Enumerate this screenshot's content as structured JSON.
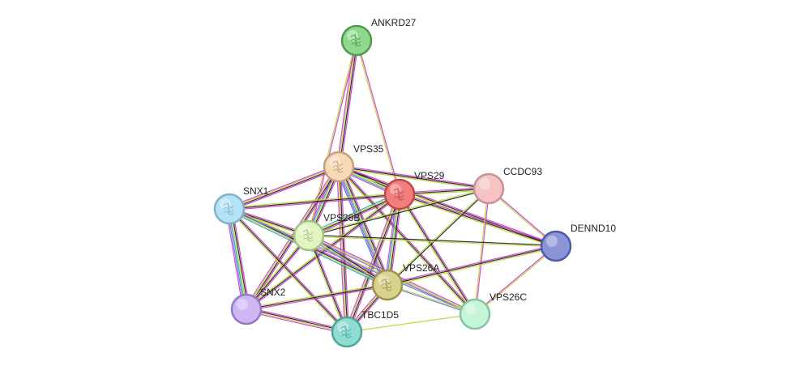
{
  "network": {
    "nodes": [
      {
        "id": "ANKRD27",
        "label": "ANKRD27",
        "color": "#8fd88f",
        "border": "#4f9a4f",
        "glyph": "structure"
      },
      {
        "id": "VPS35",
        "label": "VPS35",
        "color": "#f8d9b7",
        "border": "#c2a07a",
        "glyph": "structure"
      },
      {
        "id": "VPS29",
        "label": "VPS29",
        "color": "#f07e7e",
        "border": "#c24848",
        "glyph": "structure"
      },
      {
        "id": "CCDC93",
        "label": "CCDC93",
        "color": "#f6c3c5",
        "border": "#c79294",
        "glyph": "none"
      },
      {
        "id": "SNX1",
        "label": "SNX1",
        "color": "#b6e2f6",
        "border": "#7fb1c9",
        "glyph": "structure"
      },
      {
        "id": "VPS26B",
        "label": "VPS26B",
        "color": "#e0f5c0",
        "border": "#a6c184",
        "glyph": "structure"
      },
      {
        "id": "DENND10",
        "label": "DENND10",
        "color": "#8a95d8",
        "border": "#4e5aa3",
        "glyph": "none"
      },
      {
        "id": "VPS26A",
        "label": "VPS26A",
        "color": "#d9d28c",
        "border": "#9a9450",
        "glyph": "structure"
      },
      {
        "id": "SNX2",
        "label": "SNX2",
        "color": "#cfb6f5",
        "border": "#9479c4",
        "glyph": "none"
      },
      {
        "id": "VPS26C",
        "label": "VPS26C",
        "color": "#c3f5d6",
        "border": "#88c39f",
        "glyph": "none"
      },
      {
        "id": "TBC1D5",
        "label": "TBC1D5",
        "color": "#8fdcd2",
        "border": "#52a399",
        "glyph": "structure"
      }
    ],
    "edge_colors": {
      "db": "#2aa8c9",
      "exp": "#d13ccf",
      "text": "#b9d93a",
      "coexp": "#222222",
      "homology": "#7070e0",
      "neighborhood": "#2a7ed1",
      "fusion": "#3cb371"
    },
    "edges": [
      {
        "a": "ANKRD27",
        "b": "VPS35",
        "kinds": [
          "exp",
          "coexp",
          "text",
          "exp"
        ]
      },
      {
        "a": "ANKRD27",
        "b": "VPS26B",
        "kinds": [
          "exp",
          "text"
        ]
      },
      {
        "a": "ANKRD27",
        "b": "VPS29",
        "kinds": [
          "exp",
          "text"
        ]
      },
      {
        "a": "VPS35",
        "b": "VPS29",
        "kinds": [
          "exp",
          "coexp",
          "text",
          "db",
          "exp"
        ]
      },
      {
        "a": "VPS35",
        "b": "SNX1",
        "kinds": [
          "exp",
          "coexp",
          "text",
          "exp"
        ]
      },
      {
        "a": "VPS35",
        "b": "VPS26B",
        "kinds": [
          "exp",
          "coexp",
          "text",
          "db",
          "exp"
        ]
      },
      {
        "a": "VPS35",
        "b": "VPS26A",
        "kinds": [
          "exp",
          "coexp",
          "text",
          "db",
          "exp",
          "neighborhood"
        ]
      },
      {
        "a": "VPS35",
        "b": "SNX2",
        "kinds": [
          "exp",
          "coexp",
          "text",
          "exp"
        ]
      },
      {
        "a": "VPS35",
        "b": "TBC1D5",
        "kinds": [
          "exp",
          "coexp",
          "text",
          "exp"
        ]
      },
      {
        "a": "VPS35",
        "b": "VPS26C",
        "kinds": [
          "exp",
          "coexp",
          "text"
        ]
      },
      {
        "a": "VPS35",
        "b": "CCDC93",
        "kinds": [
          "exp",
          "coexp",
          "text"
        ]
      },
      {
        "a": "VPS35",
        "b": "DENND10",
        "kinds": [
          "exp",
          "coexp",
          "text"
        ]
      },
      {
        "a": "VPS29",
        "b": "CCDC93",
        "kinds": [
          "exp",
          "coexp",
          "text"
        ]
      },
      {
        "a": "VPS29",
        "b": "SNX1",
        "kinds": [
          "exp",
          "coexp",
          "text"
        ]
      },
      {
        "a": "VPS29",
        "b": "VPS26B",
        "kinds": [
          "exp",
          "coexp",
          "text",
          "db"
        ]
      },
      {
        "a": "VPS29",
        "b": "VPS26A",
        "kinds": [
          "exp",
          "coexp",
          "text",
          "db",
          "exp"
        ]
      },
      {
        "a": "VPS29",
        "b": "SNX2",
        "kinds": [
          "exp",
          "coexp",
          "text"
        ]
      },
      {
        "a": "VPS29",
        "b": "TBC1D5",
        "kinds": [
          "exp",
          "coexp",
          "text",
          "exp"
        ]
      },
      {
        "a": "VPS29",
        "b": "VPS26C",
        "kinds": [
          "exp",
          "coexp",
          "text"
        ]
      },
      {
        "a": "VPS29",
        "b": "DENND10",
        "kinds": [
          "exp",
          "coexp",
          "text"
        ]
      },
      {
        "a": "CCDC93",
        "b": "DENND10",
        "kinds": [
          "exp",
          "text"
        ]
      },
      {
        "a": "CCDC93",
        "b": "VPS26C",
        "kinds": [
          "exp",
          "text"
        ]
      },
      {
        "a": "CCDC93",
        "b": "VPS26A",
        "kinds": [
          "coexp",
          "text"
        ]
      },
      {
        "a": "CCDC93",
        "b": "VPS26B",
        "kinds": [
          "coexp",
          "text"
        ]
      },
      {
        "a": "SNX1",
        "b": "SNX2",
        "kinds": [
          "exp",
          "coexp",
          "text",
          "db",
          "homology",
          "exp"
        ]
      },
      {
        "a": "SNX1",
        "b": "VPS26B",
        "kinds": [
          "exp",
          "coexp",
          "text"
        ]
      },
      {
        "a": "SNX1",
        "b": "VPS26A",
        "kinds": [
          "exp",
          "coexp",
          "text",
          "db"
        ]
      },
      {
        "a": "SNX1",
        "b": "TBC1D5",
        "kinds": [
          "exp",
          "coexp",
          "text"
        ]
      },
      {
        "a": "SNX1",
        "b": "VPS26C",
        "kinds": [
          "text",
          "homology"
        ]
      },
      {
        "a": "VPS26B",
        "b": "VPS26A",
        "kinds": [
          "exp",
          "coexp",
          "text",
          "homology"
        ]
      },
      {
        "a": "VPS26B",
        "b": "SNX2",
        "kinds": [
          "exp",
          "coexp",
          "text"
        ]
      },
      {
        "a": "VPS26B",
        "b": "TBC1D5",
        "kinds": [
          "exp",
          "coexp",
          "text"
        ]
      },
      {
        "a": "VPS26B",
        "b": "VPS26C",
        "kinds": [
          "exp",
          "text",
          "homology"
        ]
      },
      {
        "a": "VPS26B",
        "b": "DENND10",
        "kinds": [
          "coexp",
          "text"
        ]
      },
      {
        "a": "VPS26A",
        "b": "SNX2",
        "kinds": [
          "exp",
          "coexp",
          "text"
        ]
      },
      {
        "a": "VPS26A",
        "b": "TBC1D5",
        "kinds": [
          "exp",
          "coexp",
          "text",
          "exp"
        ]
      },
      {
        "a": "VPS26A",
        "b": "VPS26C",
        "kinds": [
          "text",
          "homology"
        ]
      },
      {
        "a": "VPS26A",
        "b": "DENND10",
        "kinds": [
          "exp",
          "coexp",
          "text"
        ]
      },
      {
        "a": "SNX2",
        "b": "TBC1D5",
        "kinds": [
          "exp",
          "coexp",
          "text",
          "exp"
        ]
      },
      {
        "a": "TBC1D5",
        "b": "VPS26C",
        "kinds": [
          "text"
        ]
      },
      {
        "a": "VPS26C",
        "b": "DENND10",
        "kinds": [
          "exp",
          "text"
        ]
      }
    ]
  }
}
